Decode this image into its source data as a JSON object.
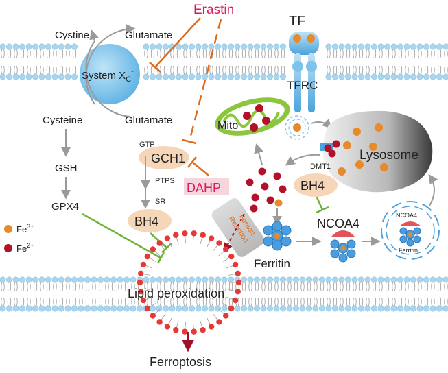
{
  "labels": {
    "erastin": "Erastin",
    "cystine": "Cystine",
    "glutamate_top": "Glutamate",
    "system_xc_main": "System X",
    "system_xc_sub": "C",
    "system_xc_sup": "-",
    "cysteine": "Cysteine",
    "glutamate_bottom": "Glutamate",
    "gsh": "GSH",
    "gpx4": "GPX4",
    "gtp": "GTP",
    "gch1": "GCH1",
    "ptps": "PTPS",
    "dahp": "DAHP",
    "sr": "SR",
    "bh4_left": "BH4",
    "tf": "TF",
    "tfrc": "TFRC",
    "mito": "Mito",
    "lysosome": "Lysosome",
    "dmt1": "DMT1",
    "bh4_right": "BH4",
    "ncoa4": "NCOA4",
    "ncoa4_small": "NCOA4",
    "ferritin": "Ferritin",
    "ferritin_small": "Ferritin",
    "fenton_line1": "Fenton",
    "fenton_line2": "Reaction",
    "lipid_peroxidation": "Lipid peroxidation",
    "ferroptosis": "Ferroptosis"
  },
  "legend": {
    "fe3_base": "Fe",
    "fe3_sup": "3+",
    "fe2_base": "Fe",
    "fe2_sup": "2+"
  },
  "colors": {
    "membrane_head": "#a9d6ee",
    "membrane_tail": "#9a9a9a",
    "erastin": "#d81b60",
    "inhibit_orange": "#e06a1a",
    "inhibit_green": "#6fb23a",
    "fe3": "#e8892a",
    "fe2": "#b3102a",
    "arrow_gray": "#9a9a9a",
    "ellipse_fill": "#f6d6b8",
    "system_xc": "#7fc3ea",
    "mito_outer": "#8cc63f",
    "ferritin": "#4a9ee0",
    "ferroptosis_arrow": "#a0102a"
  }
}
